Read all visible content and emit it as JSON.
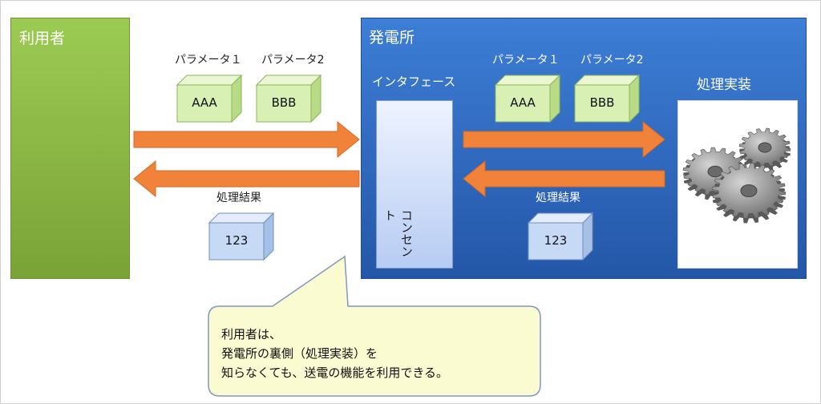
{
  "user": {
    "title": "利用者"
  },
  "plant": {
    "title": "発電所",
    "interface_label": "インタフェース",
    "outlet_label": "コンセント",
    "implementation_label": "処理実装"
  },
  "params_left": {
    "param1_label": "パラメータ１",
    "param2_label": "パラメータ2",
    "param1_value": "AAA",
    "param2_value": "BBB"
  },
  "params_right": {
    "param1_label": "パラメータ１",
    "param2_label": "パラメータ2",
    "param1_value": "AAA",
    "param2_value": "BBB"
  },
  "result_left": {
    "label": "処理結果",
    "value": "123"
  },
  "result_right": {
    "label": "処理結果",
    "value": "123"
  },
  "callout": {
    "line1": "利用者は、",
    "line2": "発電所の裏側（処理実装）を",
    "line3": "知らなくても、送電の機能を利用できる。"
  },
  "colors": {
    "user_green": "#8bb84a",
    "plant_blue": "#2f6ac0",
    "arrow_orange": "#f0823a",
    "param_cube_green": "#d9f0b4",
    "result_cube_blue": "#c6d9f5",
    "callout_yellow": "#fbfbd2"
  },
  "icons": {
    "implementation": "gears-icon",
    "arrow": "block-arrow"
  }
}
